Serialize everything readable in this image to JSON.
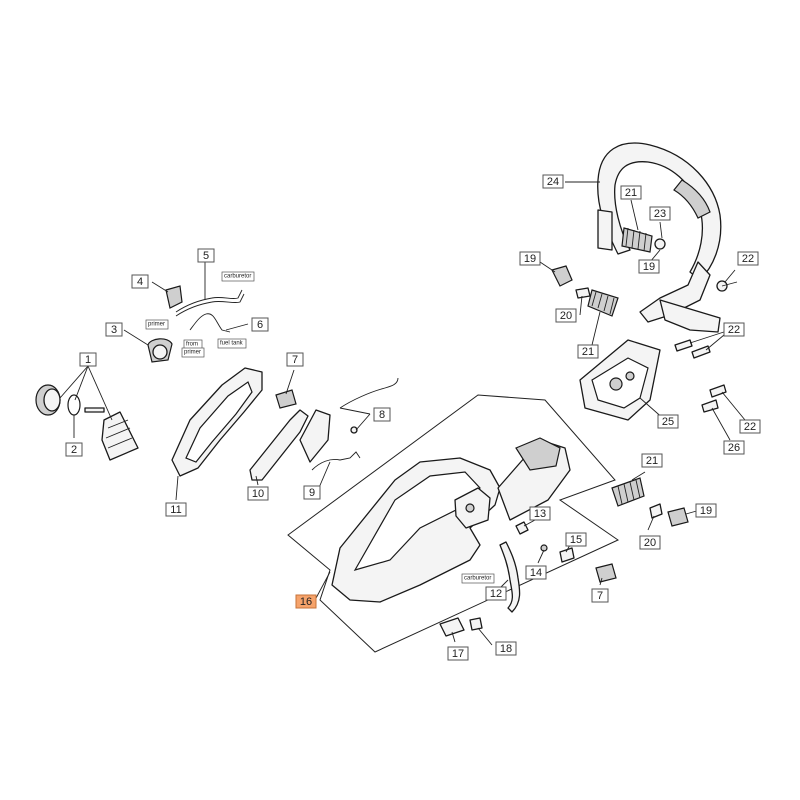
{
  "highlight_color": "#f6a36b",
  "callouts": [
    {
      "id": "c1",
      "label": "1"
    },
    {
      "id": "c2",
      "label": "2"
    },
    {
      "id": "c3",
      "label": "3"
    },
    {
      "id": "c4",
      "label": "4"
    },
    {
      "id": "c5",
      "label": "5"
    },
    {
      "id": "c6",
      "label": "6"
    },
    {
      "id": "c7a",
      "label": "7"
    },
    {
      "id": "c7b",
      "label": "7"
    },
    {
      "id": "c8",
      "label": "8"
    },
    {
      "id": "c9",
      "label": "9"
    },
    {
      "id": "c10",
      "label": "10"
    },
    {
      "id": "c11",
      "label": "11"
    },
    {
      "id": "c12",
      "label": "12"
    },
    {
      "id": "c13",
      "label": "13"
    },
    {
      "id": "c14",
      "label": "14"
    },
    {
      "id": "c15",
      "label": "15"
    },
    {
      "id": "c16",
      "label": "16",
      "highlighted": true
    },
    {
      "id": "c17",
      "label": "17"
    },
    {
      "id": "c18",
      "label": "18"
    },
    {
      "id": "c19a",
      "label": "19"
    },
    {
      "id": "c19b",
      "label": "19"
    },
    {
      "id": "c19c",
      "label": "19"
    },
    {
      "id": "c20a",
      "label": "20"
    },
    {
      "id": "c20b",
      "label": "20"
    },
    {
      "id": "c21a",
      "label": "21"
    },
    {
      "id": "c21b",
      "label": "21"
    },
    {
      "id": "c21c",
      "label": "21"
    },
    {
      "id": "c22a",
      "label": "22"
    },
    {
      "id": "c22b",
      "label": "22"
    },
    {
      "id": "c22c",
      "label": "22"
    },
    {
      "id": "c23",
      "label": "23"
    },
    {
      "id": "c24",
      "label": "24"
    },
    {
      "id": "c25",
      "label": "25"
    },
    {
      "id": "c26",
      "label": "26"
    }
  ],
  "tags": {
    "carburetor_top": "carburetor",
    "primer_a": "primer",
    "primer_b": "primer",
    "from_primer": "from",
    "fuel_tank": "fuel tank",
    "carburetor_hose": "carburetor"
  }
}
